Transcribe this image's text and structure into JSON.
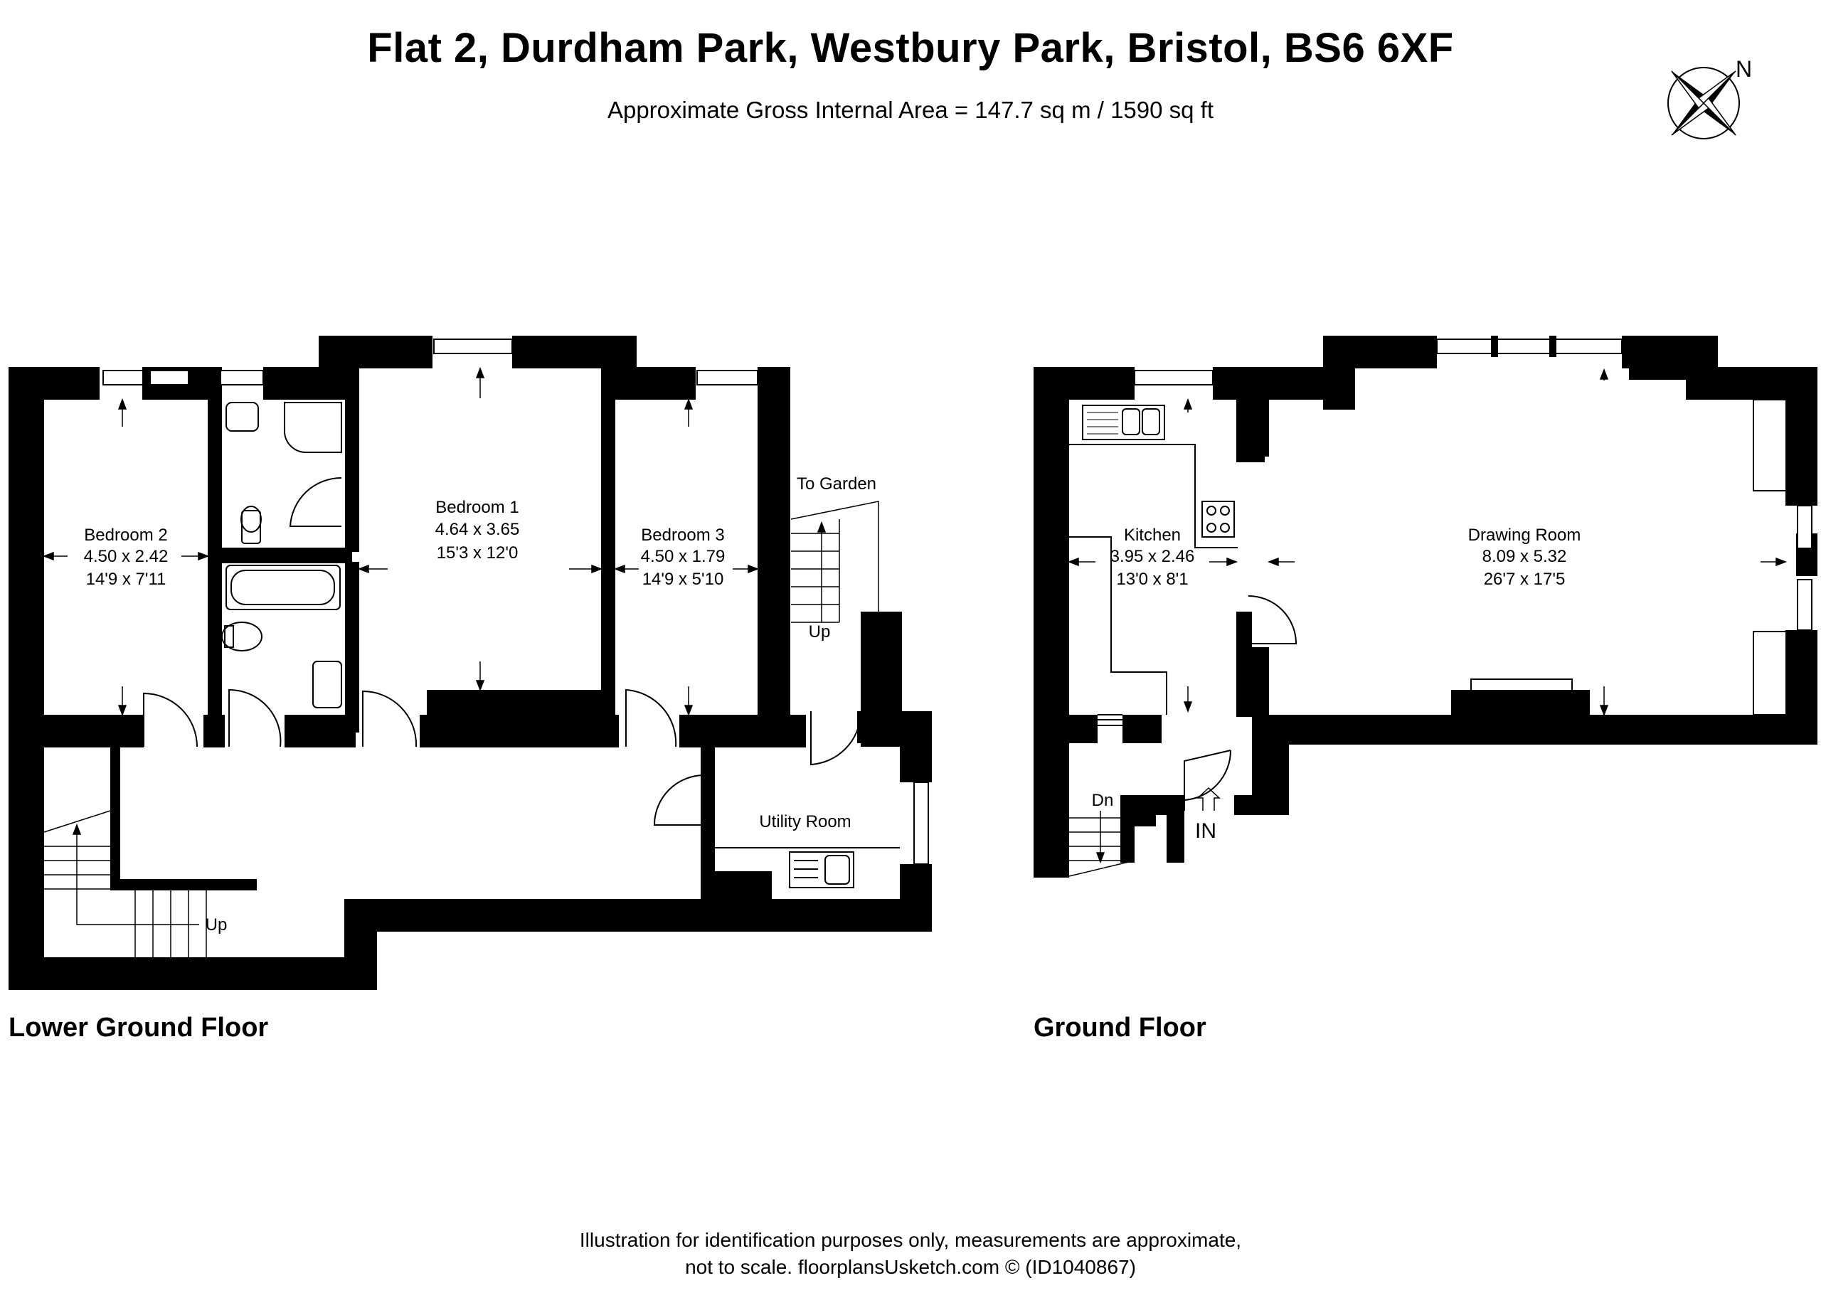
{
  "header": {
    "title": "Flat 2, Durdham Park, Westbury Park, Bristol, BS6 6XF",
    "subtitle": "Approximate Gross Internal Area = 147.7 sq m / 1590 sq ft"
  },
  "compass": {
    "label": "N"
  },
  "floors": {
    "lower": {
      "label": "Lower Ground Floor",
      "rooms": {
        "bedroom2": {
          "name": "Bedroom 2",
          "metric": "4.50 x 2.42",
          "imperial": "14'9 x 7'11"
        },
        "bedroom1": {
          "name": "Bedroom 1",
          "metric": "4.64 x 3.65",
          "imperial": "15'3 x 12'0"
        },
        "bedroom3": {
          "name": "Bedroom 3",
          "metric": "4.50 x 1.79",
          "imperial": "14'9 x 5'10"
        },
        "utility": {
          "name": "Utility Room"
        }
      },
      "labels": {
        "to_garden": "To Garden",
        "up_right": "Up",
        "up_left": "Up"
      }
    },
    "ground": {
      "label": "Ground Floor",
      "rooms": {
        "kitchen": {
          "name": "Kitchen",
          "metric": "3.95 x 2.46",
          "imperial": "13'0 x 8'1"
        },
        "drawing": {
          "name": "Drawing Room",
          "metric": "8.09 x 5.32",
          "imperial": "26'7 x 17'5"
        }
      },
      "labels": {
        "down": "Dn",
        "entrance": "IN"
      }
    }
  },
  "footer": {
    "line1": "Illustration for identification purposes only, measurements are approximate,",
    "line2": "not to scale. floorplansUsketch.com © (ID1040867)"
  }
}
